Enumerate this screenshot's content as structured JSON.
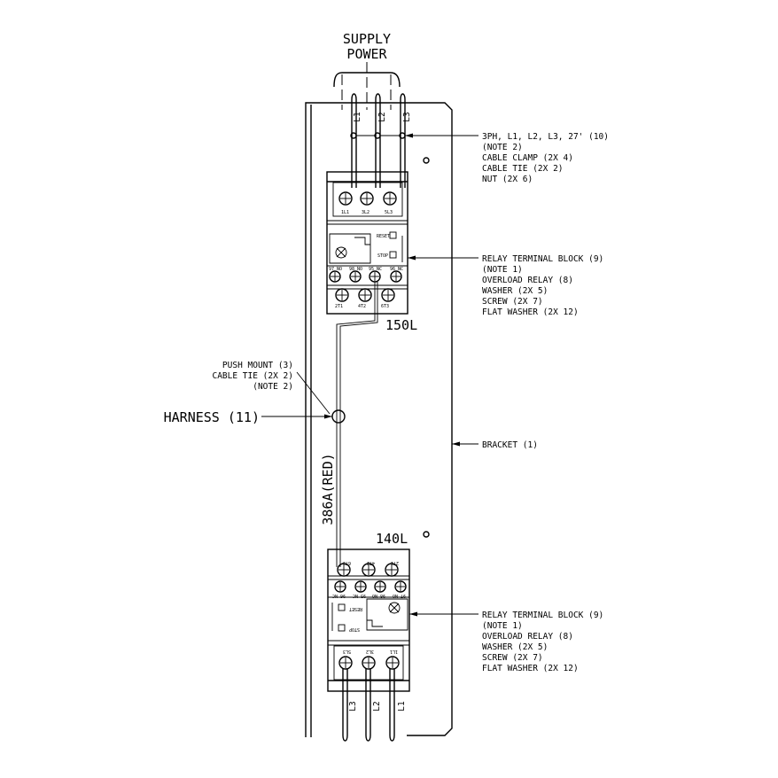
{
  "supply": {
    "line1": "SUPPLY",
    "line2": "POWER"
  },
  "top_phases": [
    "L1",
    "L2",
    "L3"
  ],
  "bottom_phases": [
    "L3",
    "L2",
    "L1"
  ],
  "callouts": {
    "supply": [
      "3PH, L1, L2, L3, 27' (10)",
      "(NOTE 2)",
      "CABLE CLAMP (2X 4)",
      "CABLE TIE (2X 2)",
      "NUT (2X 6)"
    ],
    "relay_top": [
      "RELAY TERMINAL BLOCK (9)",
      "(NOTE 1)",
      "OVERLOAD RELAY (8)",
      "WASHER (2X 5)",
      "SCREW (2X 7)",
      "FLAT WASHER (2X 12)"
    ],
    "push_mount": [
      "PUSH MOUNT (3)",
      "CABLE TIE (2X 2)",
      "(NOTE 2)"
    ],
    "harness": "HARNESS (11)",
    "bracket": "BRACKET (1)",
    "relay_bottom": [
      "RELAY TERMINAL BLOCK (9)",
      "(NOTE 1)",
      "OVERLOAD RELAY (8)",
      "WASHER (2X 5)",
      "SCREW (2X 7)",
      "FLAT WASHER (2X 12)"
    ]
  },
  "wire_label": "386A(RED)",
  "device_top": {
    "name": "150L",
    "terminals": [
      "1L1",
      "3L2",
      "5L3"
    ],
    "reset": "RESET",
    "stop": "STOP",
    "aux": [
      "97 NO",
      "98 NO",
      "95 NC",
      "96 NC"
    ],
    "out": [
      "2T1",
      "4T2",
      "6T3"
    ]
  },
  "device_bottom": {
    "name": "140L",
    "terminals": [
      "6T3",
      "4T2",
      "2T1"
    ],
    "aux": [
      "96 NC",
      "95 NC",
      "98 NO",
      "97 NO"
    ],
    "reset": "RESET",
    "stop": "STOP",
    "inputs": [
      "5L3",
      "3L2",
      "1L1"
    ]
  }
}
